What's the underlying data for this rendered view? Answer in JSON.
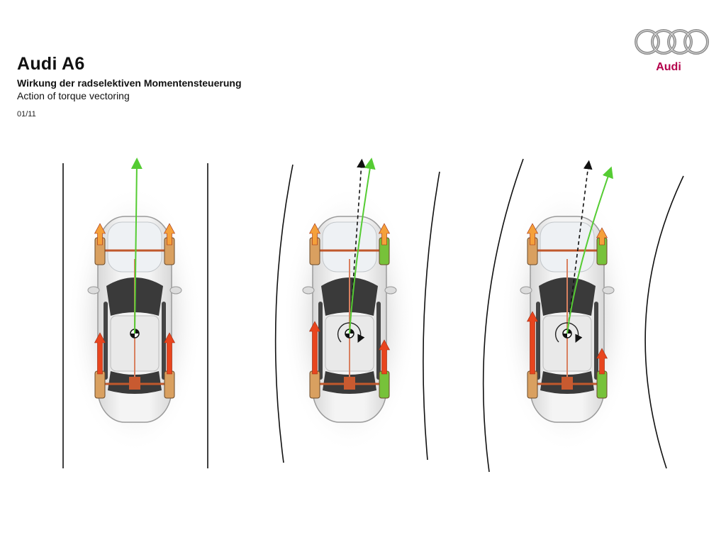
{
  "header": {
    "title": "Audi A6",
    "subtitle_de": "Wirkung der radselektiven Momentensteuerung",
    "subtitle_en": "Action of torque vectoring",
    "page": "01/11"
  },
  "logo": {
    "brand": "Audi",
    "color": "#b4004b",
    "icon": "audi-four-rings"
  },
  "colors": {
    "road_line": "#111111",
    "trajectory_actual": "#55cc33",
    "trajectory_intended": "#111111",
    "torque_high": "#e8451e",
    "torque_low": "#f5a03a",
    "wheel_braked": "#77c23a"
  },
  "scenarios": [
    {
      "road": "straight",
      "torque": {
        "front_left": "low",
        "front_right": "low",
        "rear_left": "high",
        "rear_right": "high"
      },
      "braked_wheels": []
    },
    {
      "road": "gentle-curve",
      "torque": {
        "front_left": "low",
        "front_right": "low",
        "rear_left": "high",
        "rear_right": "high"
      },
      "braked_wheels": [
        "front_right",
        "rear_right"
      ]
    },
    {
      "road": "sharp-curve",
      "torque": {
        "front_left": "low",
        "front_right": "low",
        "rear_left": "high",
        "rear_right": "high"
      },
      "braked_wheels": [
        "front_right",
        "rear_right"
      ]
    }
  ]
}
